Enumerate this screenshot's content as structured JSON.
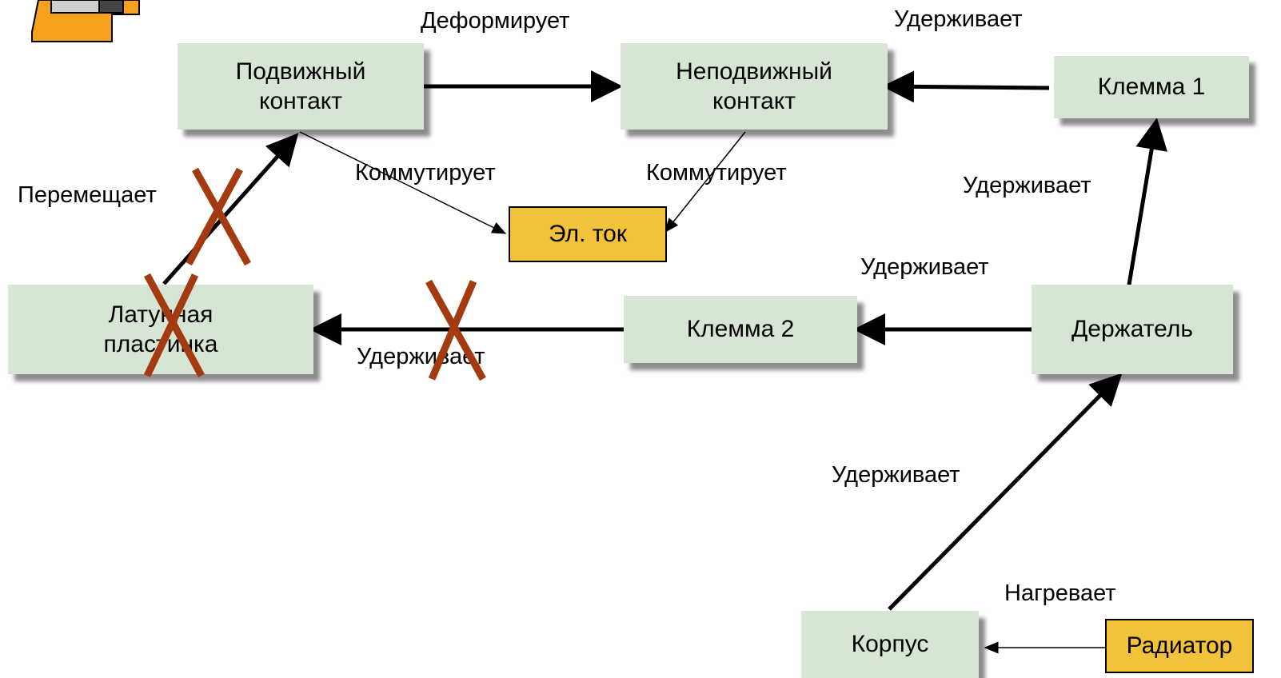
{
  "nodes": {
    "movable_contact": "Подвижный\nконтакт",
    "fixed_contact": "Неподвижный\nконтакт",
    "terminal_1": "Клемма 1",
    "current": "Эл. ток",
    "brass_plate": "Латунная\nпластинка",
    "terminal_2": "Клемма 2",
    "holder": "Держатель",
    "body": "Корпус",
    "radiator": "Радиатор"
  },
  "edges": {
    "deforms": "Деформирует",
    "holds_t1_fixed": "Удерживает",
    "holds_holder_t1": "Удерживает",
    "holds_holder_t2": "Удерживает",
    "holds_t2_plate": "Удерживает",
    "holds_body_holder": "Удерживает",
    "moves": "Перемещает",
    "commutes_movable": "Коммутирует",
    "commutes_fixed": "Коммутирует",
    "heats": "Нагревает"
  },
  "colors": {
    "node_fill": "#d7e5d4",
    "highlight_fill": "#f2c23a",
    "cross_mark": "#a33a10"
  }
}
